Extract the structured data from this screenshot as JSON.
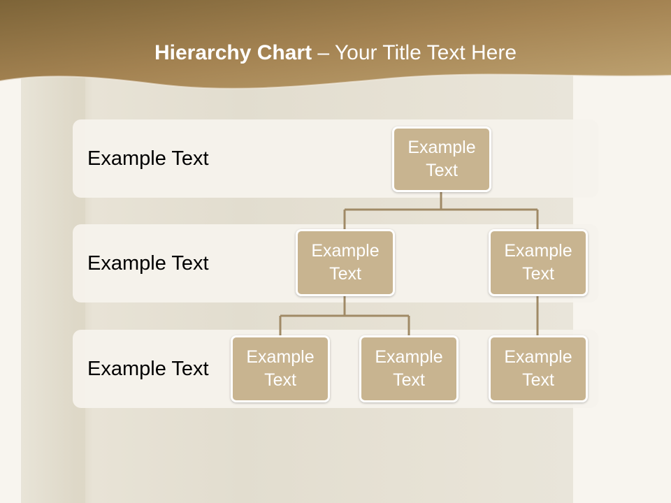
{
  "slide": {
    "title_bold": "Hierarchy Chart",
    "title_rest": " – Your Title Text Here"
  },
  "levels": [
    {
      "label": "Example Text"
    },
    {
      "label": "Example Text"
    },
    {
      "label": "Example Text"
    }
  ],
  "nodes": {
    "root": {
      "line1": "Example",
      "line2": "Text"
    },
    "mid_left": {
      "line1": "Example",
      "line2": "Text"
    },
    "mid_right": {
      "line1": "Example",
      "line2": "Text"
    },
    "leaf_1": {
      "line1": "Example",
      "line2": "Text"
    },
    "leaf_2": {
      "line1": "Example",
      "line2": "Text"
    },
    "leaf_3": {
      "line1": "Example",
      "line2": "Text"
    }
  },
  "colors": {
    "banner_start": "#8a7040",
    "banner_end": "#b5975f",
    "node_fill": "#c8b490",
    "connector": "#a08a66",
    "band_fill": "#f6f2ec"
  }
}
